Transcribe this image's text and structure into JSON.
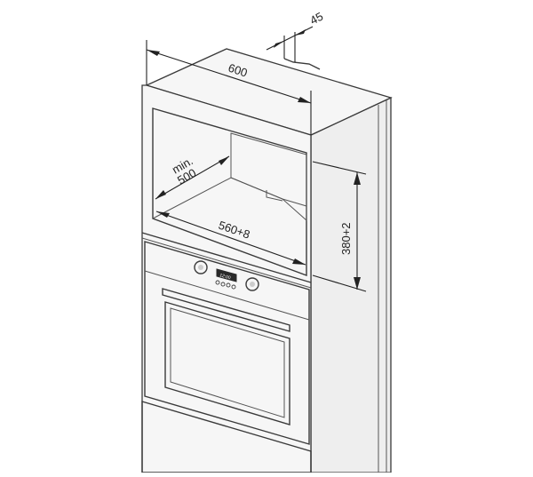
{
  "dimensions": {
    "depth_gap": "45",
    "cabinet_width": "600",
    "niche_depth": "min.\n500",
    "niche_width": "560+8",
    "niche_height": "380+2"
  },
  "oven": {
    "display_time": "12:00"
  },
  "colors": {
    "line": "#3a3a3a",
    "panel": "#f6f6f6",
    "side": "#eeeeee"
  }
}
